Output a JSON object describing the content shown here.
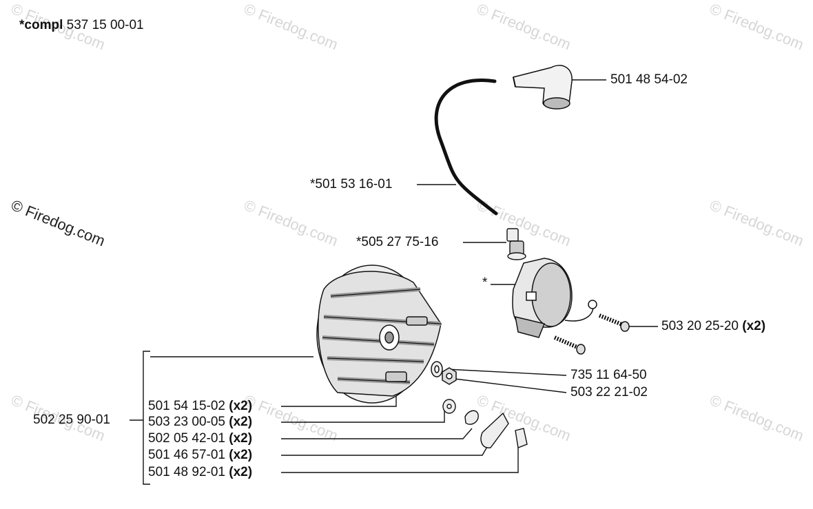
{
  "header": {
    "compl_prefix": "*compl",
    "compl_number": "537 15 00-01"
  },
  "watermark_text": "© Firedog.com",
  "labels": {
    "spark_cap": "501 48 54-02",
    "hv_cable": "*501 53 16-01",
    "terminal": "*505 27 75-16",
    "coil_star": "*",
    "coil_screw": "503 20 25-20",
    "washer": "735 11 64-50",
    "nut": "503 22 21-02",
    "flywheel_group": "502 25 90-01"
  },
  "qty": "(x2)",
  "flywheel_parts": [
    {
      "number": "501 54 15-02",
      "qty": "(x2)"
    },
    {
      "number": "503 23 00-05",
      "qty": "(x2)"
    },
    {
      "number": "502 05 42-01",
      "qty": "(x2)"
    },
    {
      "number": "501 46 57-01",
      "qty": "(x2)"
    },
    {
      "number": "501 48 92-01",
      "qty": "(x2)"
    }
  ]
}
